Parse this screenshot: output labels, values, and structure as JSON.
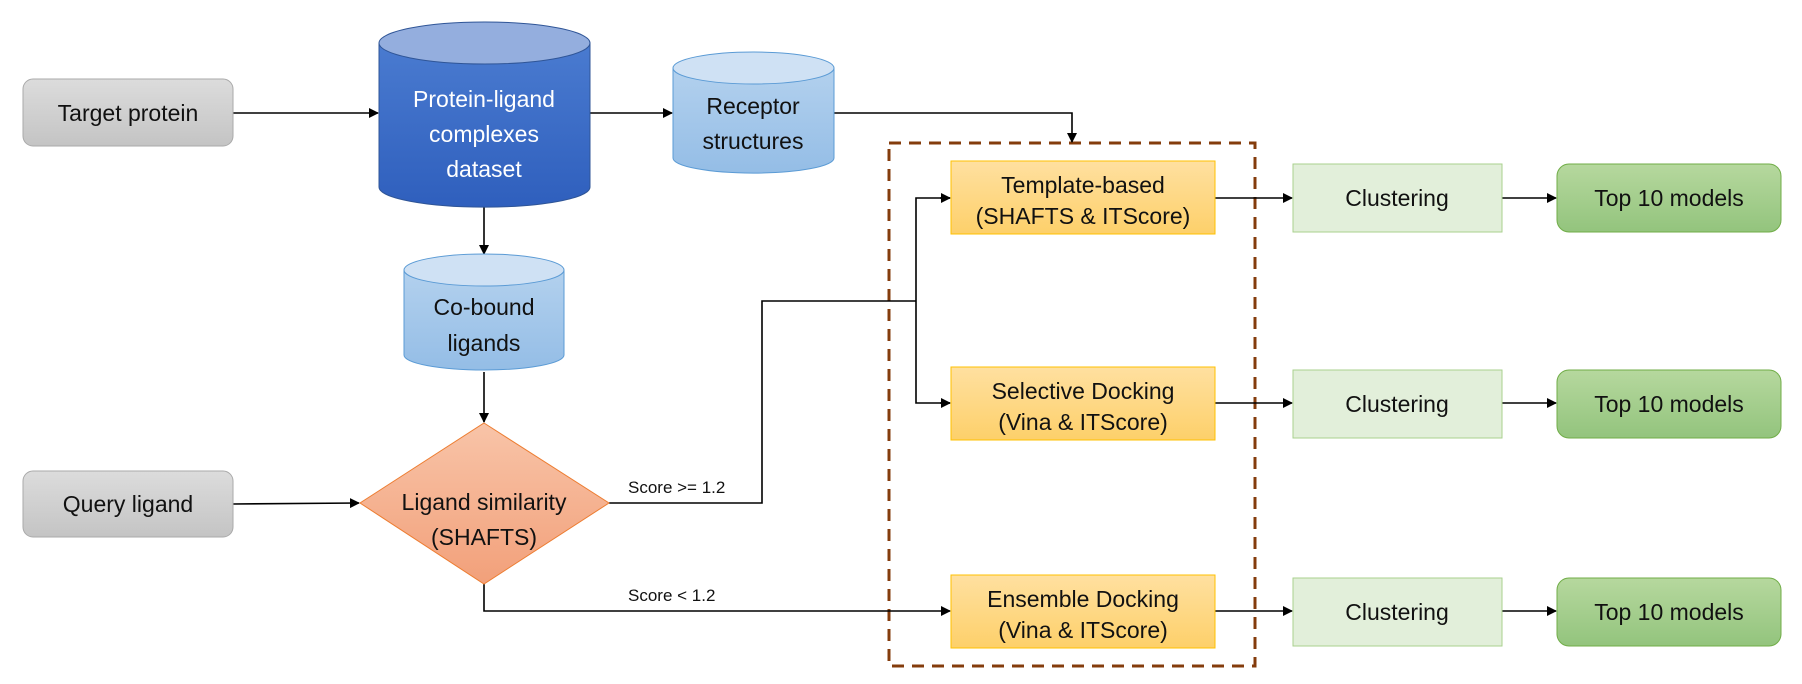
{
  "nodes": {
    "target_protein": "Target protein",
    "query_ligand": "Query ligand",
    "dataset": [
      "Protein-ligand",
      "complexes",
      "dataset"
    ],
    "receptor": [
      "Receptor",
      "structures"
    ],
    "cobound": [
      "Co-bound",
      "ligands"
    ],
    "similarity": [
      "Ligand similarity",
      "(SHAFTS)"
    ],
    "template": [
      "Template-based",
      "(SHAFTS & ITScore)"
    ],
    "selective": [
      "Selective Docking",
      "(Vina & ITScore)"
    ],
    "ensemble": [
      "Ensemble Docking",
      "(Vina & ITScore)"
    ],
    "clustering": [
      "Clustering",
      "Clustering",
      "Clustering"
    ],
    "top": [
      "Top 10 models",
      "Top 10 models",
      "Top 10 models"
    ]
  },
  "edges": {
    "score_high": "Score >=  1.2",
    "score_low": "Score <  1.2"
  },
  "colors": {
    "gray_box": "#d0d0d0",
    "dark_cylinder": "#3c6cc4",
    "light_cylinder": "#9dc3e6",
    "diamond": "#f4b183",
    "docking_box": "#ffd885",
    "clustering_box": "#e2efda",
    "top_box": "#a9d18e",
    "dashed_border": "#843c0c"
  }
}
